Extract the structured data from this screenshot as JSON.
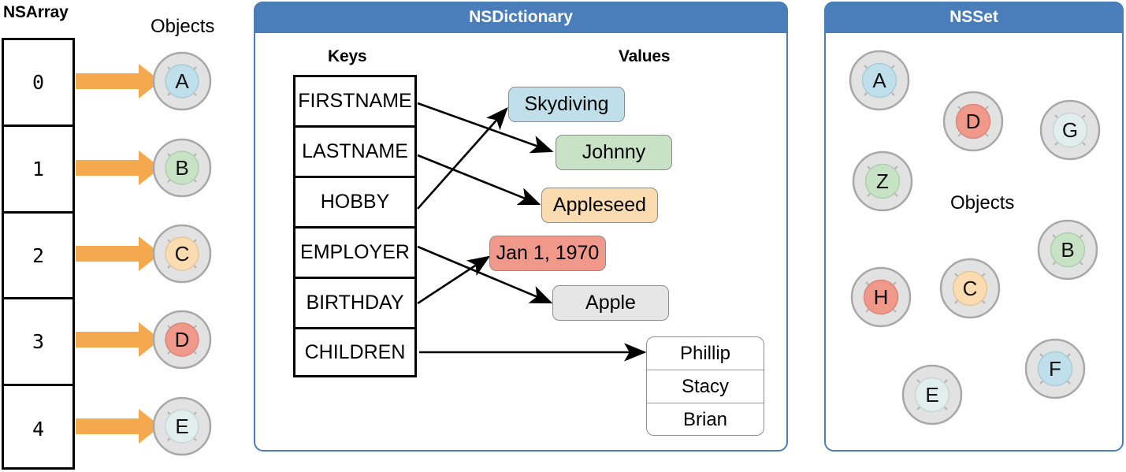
{
  "colors": {
    "panel_border": "#4a7ebb",
    "header_bg": "#4a7ebb",
    "arrow_orange": "#f5a94e",
    "object_ring": "#e2e2e2",
    "object_ring_stroke": "#a8a8a8",
    "blue": "#bfe0ea",
    "green": "#c7e2c4",
    "orange": "#fbdcb0",
    "red": "#f0988a",
    "gray": "#e6e6e6",
    "pale": "#e2eeee"
  },
  "array": {
    "title": "NSArray",
    "objects_label": "Objects",
    "indices": [
      "0",
      "1",
      "2",
      "3",
      "4"
    ],
    "objects": [
      {
        "letter": "A",
        "color": "#bfe0ea"
      },
      {
        "letter": "B",
        "color": "#c7e2c4"
      },
      {
        "letter": "C",
        "color": "#fbdcb0"
      },
      {
        "letter": "D",
        "color": "#f0988a"
      },
      {
        "letter": "E",
        "color": "#e2eeee"
      }
    ]
  },
  "dictionary": {
    "title": "NSDictionary",
    "keys_label": "Keys",
    "values_label": "Values",
    "keys": [
      "FIRSTNAME",
      "LASTNAME",
      "HOBBY",
      "EMPLOYER",
      "BIRTHDAY",
      "CHILDREN"
    ],
    "values": [
      {
        "text": "Skydiving",
        "color": "#bfe0ea"
      },
      {
        "text": "Johnny",
        "color": "#c7e2c4"
      },
      {
        "text": "Appleseed",
        "color": "#fbdcb0"
      },
      {
        "text": "Jan 1, 1970",
        "color": "#f0988a"
      },
      {
        "text": "Apple",
        "color": "#e6e6e6"
      }
    ],
    "children": [
      "Phillip",
      "Stacy",
      "Brian"
    ],
    "mappings": [
      {
        "key": "FIRSTNAME",
        "value": "Johnny"
      },
      {
        "key": "LASTNAME",
        "value": "Appleseed"
      },
      {
        "key": "HOBBY",
        "value": "Skydiving"
      },
      {
        "key": "EMPLOYER",
        "value": "Apple"
      },
      {
        "key": "BIRTHDAY",
        "value": "Jan 1, 1970"
      },
      {
        "key": "CHILDREN",
        "value": "Phillip / Stacy / Brian"
      }
    ]
  },
  "set": {
    "title": "NSSet",
    "objects_label": "Objects",
    "objects": [
      {
        "letter": "A",
        "color": "#bfe0ea"
      },
      {
        "letter": "D",
        "color": "#f0988a"
      },
      {
        "letter": "G",
        "color": "#e2eeee"
      },
      {
        "letter": "Z",
        "color": "#c7e2c4"
      },
      {
        "letter": "B",
        "color": "#c7e2c4"
      },
      {
        "letter": "H",
        "color": "#f0988a"
      },
      {
        "letter": "C",
        "color": "#fbdcb0"
      },
      {
        "letter": "F",
        "color": "#bfe0ea"
      },
      {
        "letter": "E",
        "color": "#e2eeee"
      }
    ]
  }
}
